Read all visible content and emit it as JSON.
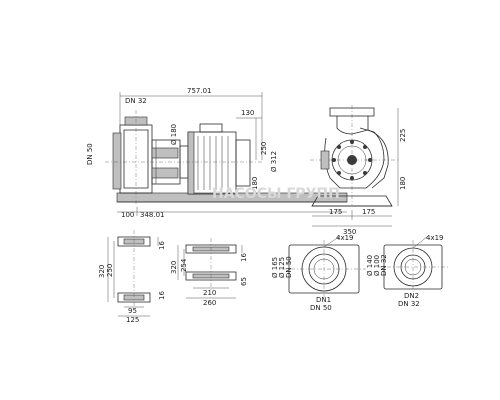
{
  "side_view": {
    "dn_outlet": "DN 32",
    "dn_inlet": "DN 50",
    "total_length": "757.01",
    "motor_offset": "130",
    "base_left": "100",
    "base_main": "348.01",
    "dia_flange": "Ø 180",
    "dia_motor": "Ø 312",
    "height_250": "250",
    "height_180": "180"
  },
  "front_view": {
    "height_225": "225",
    "height_180": "180",
    "foot_left": "175",
    "foot_right": "175",
    "width_total": "350"
  },
  "foot_views": {
    "a_320": "320",
    "a_250": "250",
    "a_16": "16",
    "a_95": "95",
    "a_125": "125",
    "b_320": "320",
    "b_254": "254",
    "b_16": "16",
    "b_65": "65",
    "b_210": "210",
    "b_260": "260"
  },
  "flange_inlet": {
    "holes": "4x19",
    "d_outer": "Ø 165",
    "d_pcd": "Ø 125",
    "d_bore": "DN 50",
    "label1": "DN1",
    "label2": "DN 50"
  },
  "flange_outlet": {
    "holes": "4x19",
    "d_outer": "Ø 140",
    "d_pcd": "Ø 100",
    "d_bore": "DN 32",
    "label1": "DN2",
    "label2": "DN 32"
  },
  "watermark": "НАСОСЫ ГРУПП"
}
